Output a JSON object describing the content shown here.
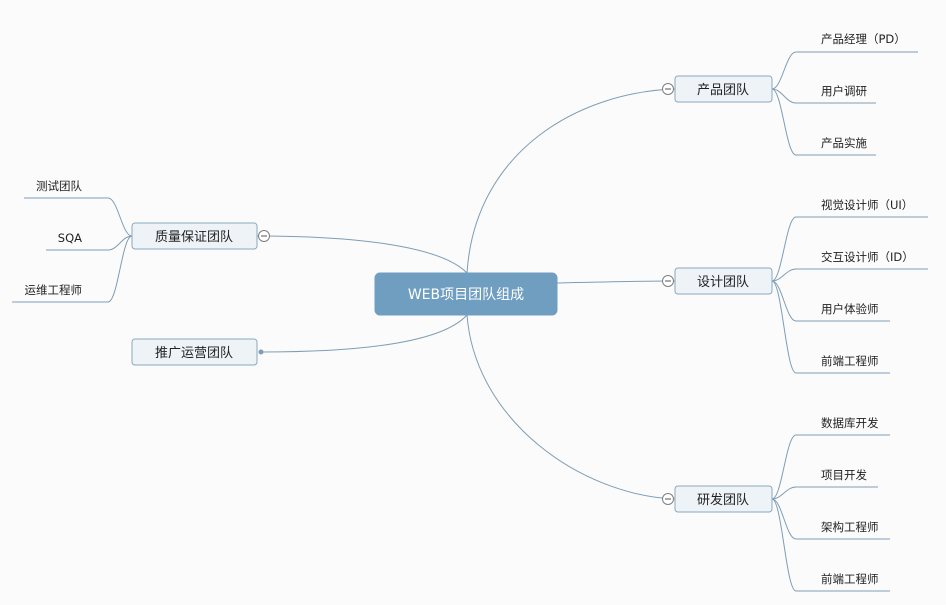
{
  "central": {
    "label": "WEB项目团队组成"
  },
  "branches": [
    {
      "key": "product",
      "label": "产品团队",
      "side": "right",
      "collapsed": false,
      "children": [
        "产品经理（PD）",
        "用户调研",
        "产品实施"
      ]
    },
    {
      "key": "design",
      "label": "设计团队",
      "side": "right",
      "collapsed": false,
      "children": [
        "视觉设计师（UI）",
        "交互设计师（ID）",
        "用户体验师",
        "前端工程师"
      ]
    },
    {
      "key": "dev",
      "label": "研发团队",
      "side": "right",
      "collapsed": false,
      "children": [
        "数据库开发",
        "项目开发",
        "架构工程师",
        "前端工程师"
      ]
    },
    {
      "key": "qa",
      "label": "质量保证团队",
      "side": "left",
      "collapsed": false,
      "children": [
        "测试团队",
        "SQA",
        "运维工程师"
      ]
    },
    {
      "key": "ops",
      "label": "推广运营团队",
      "side": "left",
      "collapsed": true,
      "children": []
    }
  ],
  "colors": {
    "central_fill": "#6f9ec1",
    "branch_fill": "#eef3f8",
    "branch_border": "#8aa8bf",
    "connector": "#7f9db5",
    "background": "#fbfbfb"
  }
}
